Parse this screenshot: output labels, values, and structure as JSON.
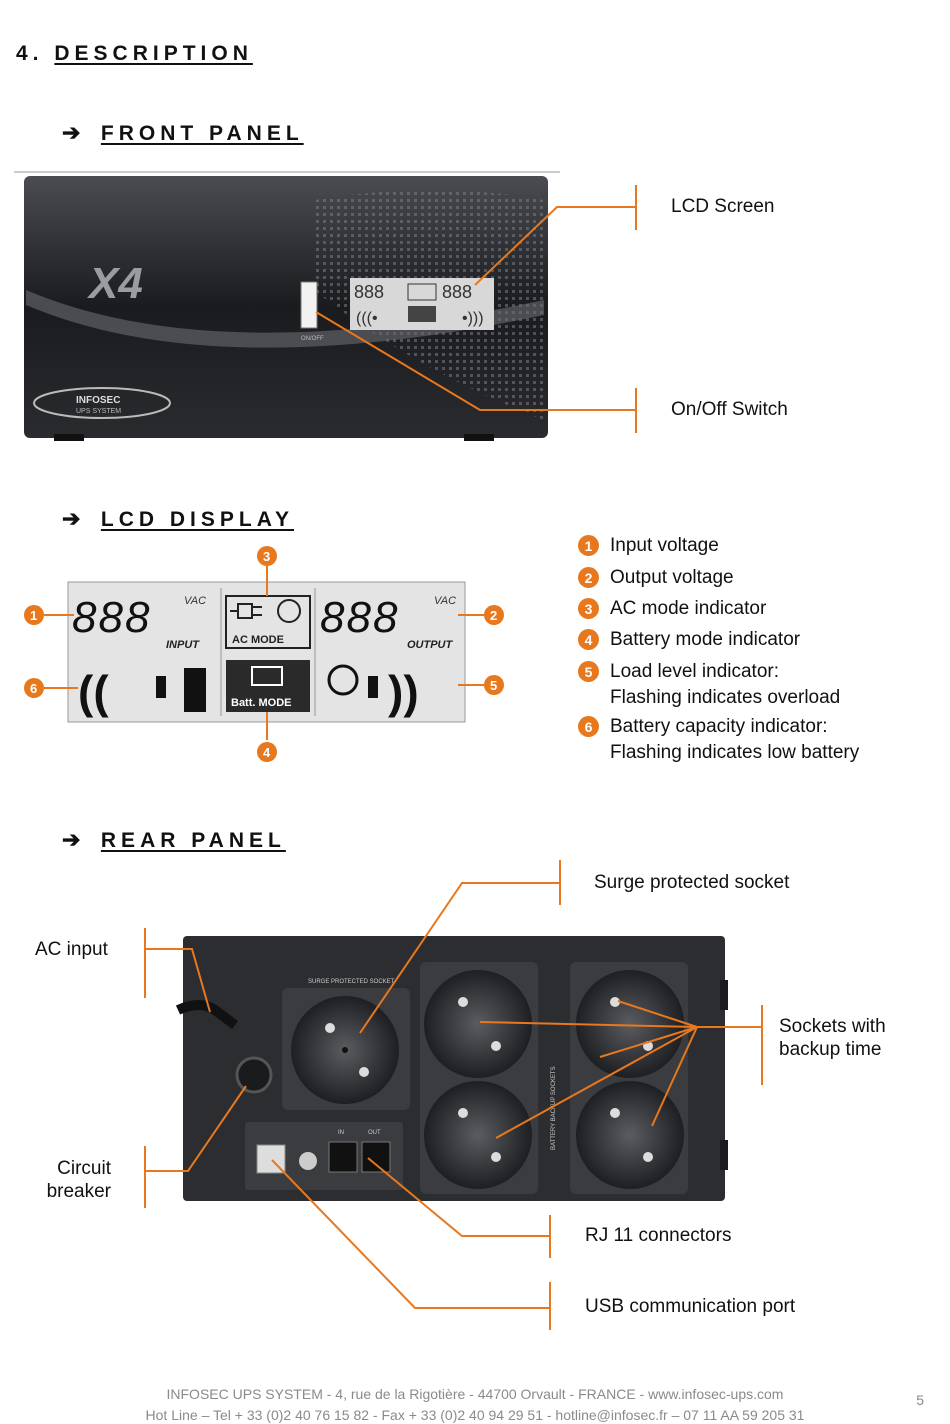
{
  "heading": {
    "number": "4.",
    "title": "DESCRIPTION"
  },
  "sections": {
    "front": {
      "arrow": "➔",
      "title": "FRONT PANEL"
    },
    "lcd": {
      "arrow": "➔",
      "title": "LCD DISPLAY"
    },
    "rear": {
      "arrow": "➔",
      "title": "REAR PANEL"
    }
  },
  "front_callouts": {
    "lcd_screen": "LCD Screen",
    "on_off": "On/Off Switch"
  },
  "front_device": {
    "logo": "X4",
    "brand": "INFOSEC",
    "brand_sub": "UPS SYSTEM",
    "switch_label": "ON/OFF",
    "lcd_digits": "888"
  },
  "lcd_panel": {
    "digits_in": "888",
    "digits_out": "888",
    "unit": "VAC",
    "input_label": "INPUT",
    "output_label": "OUTPUT",
    "ac_mode": "AC MODE",
    "batt_mode": "Batt. MODE"
  },
  "legend": [
    {
      "num": "1",
      "text": "Input voltage"
    },
    {
      "num": "2",
      "text": "Output voltage"
    },
    {
      "num": "3",
      "text": "AC mode indicator"
    },
    {
      "num": "4",
      "text": "Battery mode indicator"
    },
    {
      "num": "5",
      "text": "Load level indicator:",
      "sub": "Flashing indicates overload"
    },
    {
      "num": "6",
      "text": "Battery capacity indicator:",
      "sub": "Flashing indicates low battery"
    }
  ],
  "rear_callouts": {
    "surge": "Surge protected socket",
    "ac_input": "AC input",
    "sockets_backup_1": "Sockets with",
    "sockets_backup_2": "backup time",
    "breaker_1": "Circuit",
    "breaker_2": "breaker",
    "rj11": "RJ 11 connectors",
    "usb": "USB communication port"
  },
  "rear_device": {
    "surge_label": "SURGE PROTECTED SOCKET",
    "backup_label": "BATTERY BACKUP SOCKETS",
    "rj_in": "IN",
    "rj_out": "OUT"
  },
  "footer": {
    "line1": "INFOSEC UPS SYSTEM - 4, rue de la Rigotière - 44700 Orvault - FRANCE -  www.infosec-ups.com",
    "line2": "Hot Line – Tel + 33 (0)2 40 76 15 82 - Fax + 33 (0)2 40 94 29 51 - hotline@infosec.fr – 07 11 AA 59 205 31",
    "page": "5"
  },
  "colors": {
    "accent": "#e8781e",
    "device": "#2b2d31",
    "lcd_bg": "#e4e4e4"
  }
}
